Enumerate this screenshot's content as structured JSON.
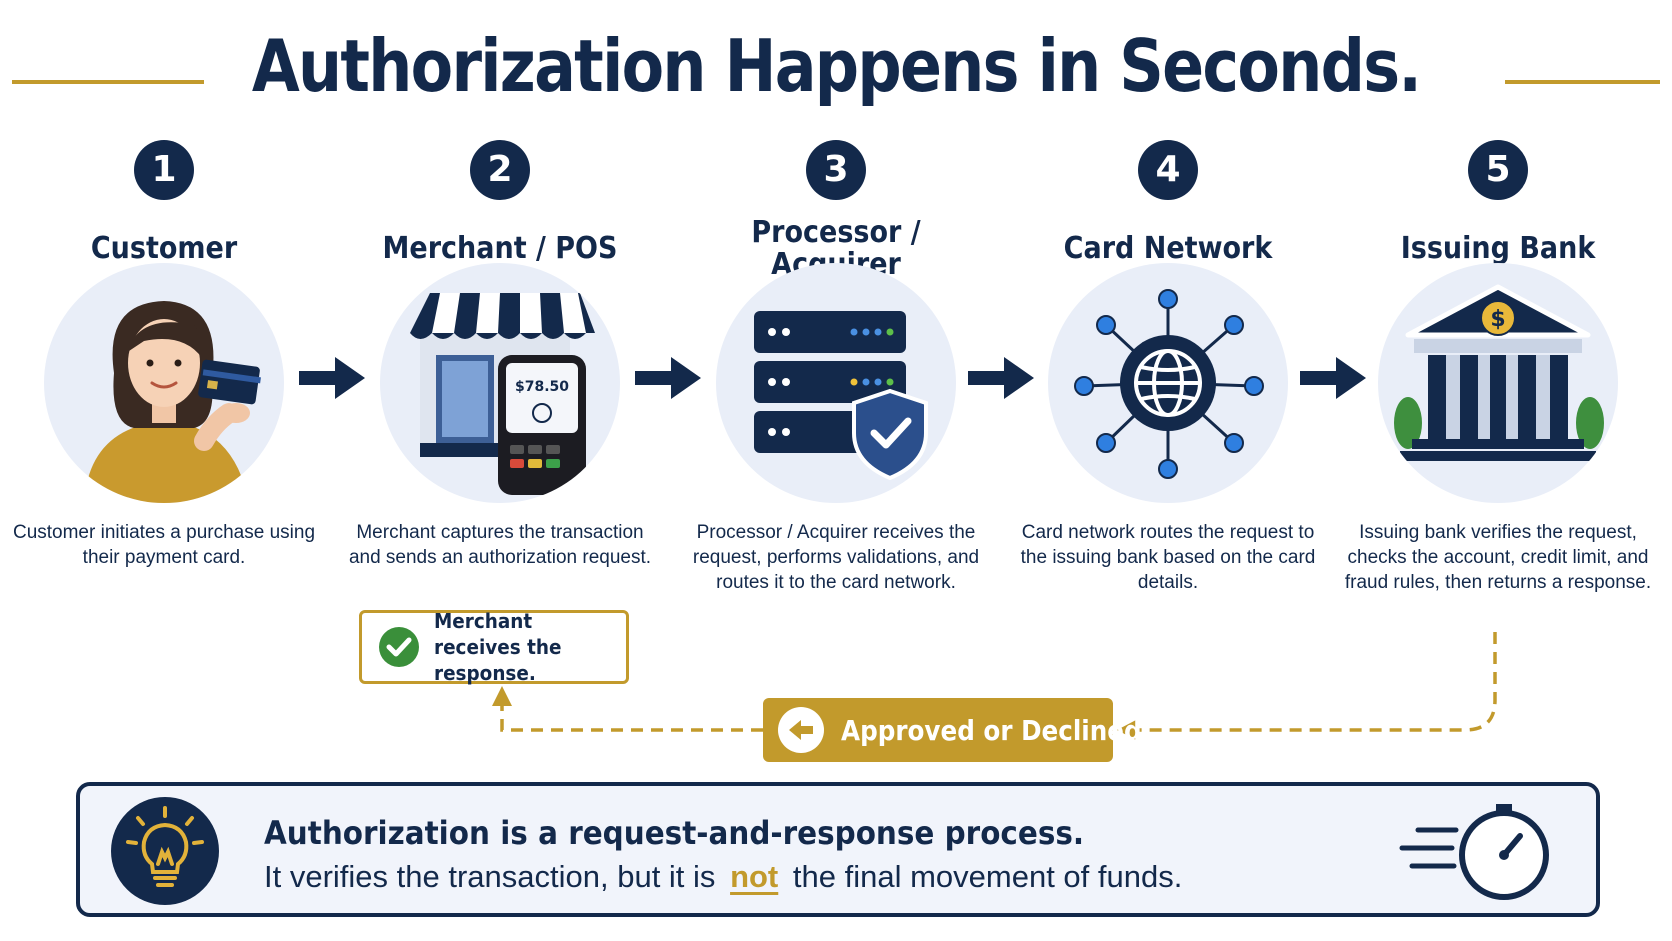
{
  "title": "Authorization Happens in Seconds.",
  "steps": [
    {
      "number": "1",
      "label": "Customer",
      "description": "Customer initiates a purchase using their payment card."
    },
    {
      "number": "2",
      "label": "Merchant / POS",
      "description": "Merchant captures the transaction and sends an authorization request."
    },
    {
      "number": "3",
      "label": "Processor / Acquirer",
      "description": "Processor / Acquirer receives the request, performs validations, and routes it to the card network."
    },
    {
      "number": "4",
      "label": "Card Network",
      "description": "Card network routes the request to the issuing bank based on the card details."
    },
    {
      "number": "5",
      "label": "Issuing Bank",
      "description": "Issuing bank verifies the request, checks the account, credit limit, and fraud rules, then returns a response."
    }
  ],
  "pos_amount": "$78.50",
  "bank_symbol": "$",
  "merchant_response": "Merchant receives the response.",
  "response_badge": "Approved or Declined",
  "summary": {
    "headline": "Authorization is a request-and-response process.",
    "text_before": "It verifies the transaction, but it is",
    "emphasis": "not",
    "text_after": "the final movement of funds."
  },
  "icons": {
    "customer": "customer-with-card-icon",
    "merchant": "storefront-pos-terminal-icon",
    "processor": "server-shield-icon",
    "network": "globe-network-icon",
    "bank": "bank-building-icon",
    "response": "arrow-left-icon",
    "check": "check-circle-icon",
    "tip": "lightbulb-icon",
    "speed": "fast-stopwatch-icon"
  },
  "colors": {
    "navy": "#13294b",
    "gold": "#c29a2c",
    "blue": "#2f6fd6",
    "green": "#3a8f3a",
    "light_circle": "#e9eef8"
  }
}
